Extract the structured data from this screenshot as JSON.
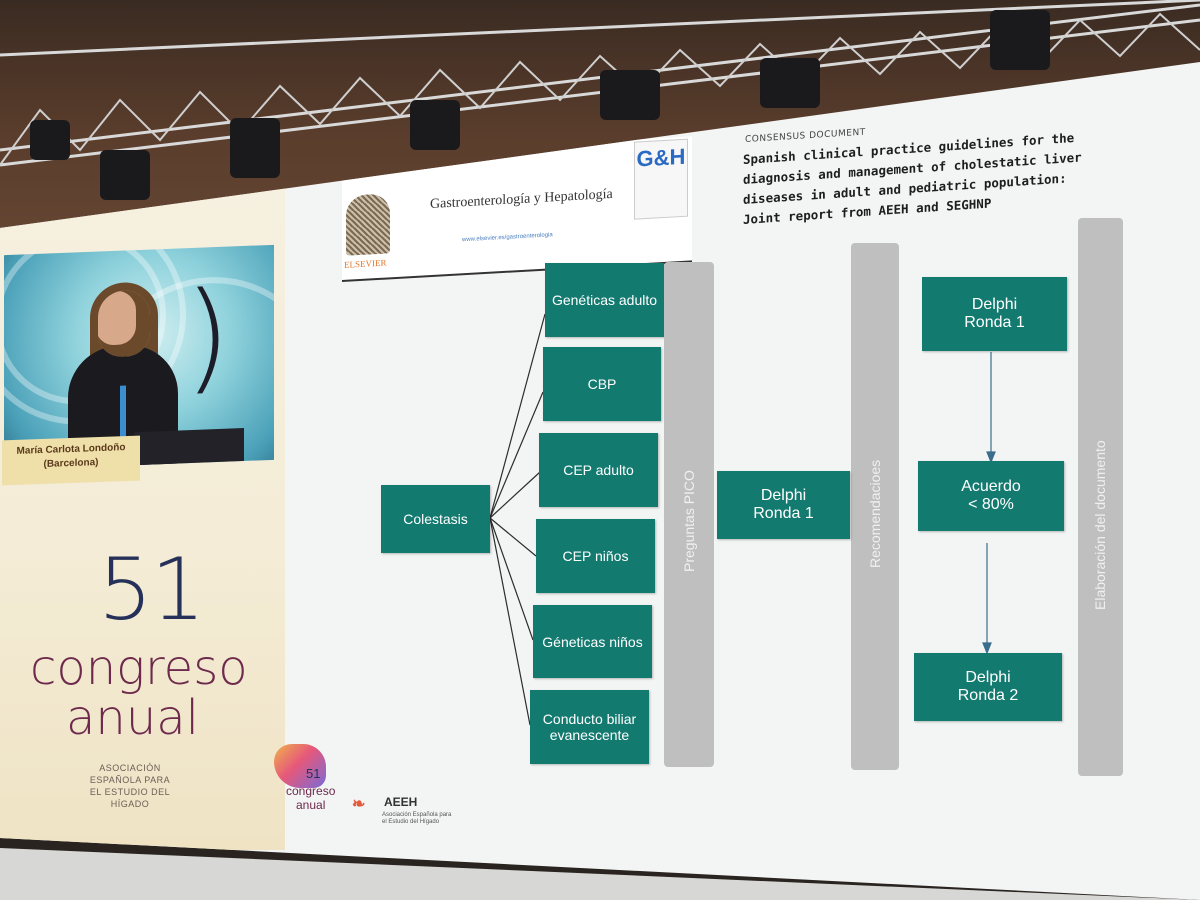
{
  "video": {
    "speaker_name": "María Carlota Londoño",
    "speaker_city": "(Barcelona)"
  },
  "event": {
    "number": "51",
    "line1": "congreso",
    "line2": "anual",
    "org_line1": "ASOCIACIÓN",
    "org_line2": "ESPAÑOLA PARA",
    "org_line3": "EL ESTUDIO DEL HÍGADO"
  },
  "journal": {
    "publisher": "ELSEVIER",
    "name": "Gastroenterología y Hepatología",
    "url": "www.elsevier.es/gastroenterologia",
    "logo": "G&H"
  },
  "paper": {
    "label": "CONSENSUS DOCUMENT",
    "title": "Spanish clinical practice guidelines for the diagnosis and management of cholestatic liver diseases in adult and pediatric population: Joint report from AEEH and SEGHNP"
  },
  "flowchart": {
    "root": "Colestasis",
    "branches": [
      "Genéticas adulto",
      "CBP",
      "CEP adulto",
      "CEP niños",
      "Géneticas niños",
      "Conducto biliar evanescente"
    ],
    "bars": [
      "Preguntas PICO",
      "Recomendacioes",
      "Elaboración del documento"
    ],
    "middle_box": {
      "line1": "Delphi",
      "line2": "Ronda 1"
    },
    "delphi1": {
      "line1": "Delphi",
      "line2": "Ronda 1"
    },
    "acuerdo": {
      "line1": "Acuerdo",
      "line2": "< 80%"
    },
    "delphi2": {
      "line1": "Delphi",
      "line2": "Ronda 2"
    },
    "box_color": "#137a70",
    "bar_color": "#bfbfbf"
  },
  "footer": {
    "small_number": "51",
    "small_line1": "congreso",
    "small_line2": "anual",
    "aeeh": "AEEH",
    "aeeh_sub": "Asociación Española para el Estudio del Hígado"
  }
}
